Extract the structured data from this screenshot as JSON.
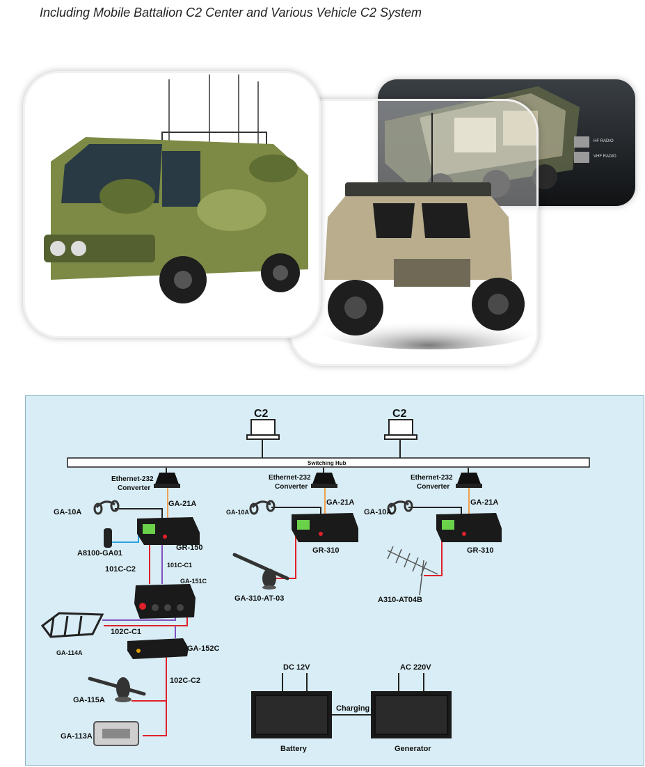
{
  "caption": "Including Mobile Battalion C2 Center and Various Vehicle C2 System",
  "colors": {
    "panel_bg": "#d8edf5",
    "orange_cable": "#f0a050",
    "red_cable": "#e0202a",
    "blue_cable": "#2aa0e0",
    "purple_cable": "#8050c0",
    "line": "#222222"
  },
  "icons": [
    "bus-photo",
    "humvee-photo",
    "truck-cutaway-photo",
    "laptop-icon",
    "converter-icon",
    "radio-icon",
    "handset-icon",
    "antenna-icon",
    "yagi-antenna-icon",
    "roof-rack-icon",
    "panel-display-icon"
  ],
  "truck_panel": {
    "hf": "HF RADIO",
    "vhf": "VHF RADIO"
  },
  "diagram": {
    "c2_left": "C2",
    "c2_right": "C2",
    "switching_hub": "Switching Hub",
    "converter_a": "Ethernet-232\nConverter",
    "converter_b": "Ethernet-232\nConverter",
    "converter_c": "Ethernet-232\nConverter",
    "ga21a_a": "GA-21A",
    "ga21a_b": "GA-21A",
    "ga21a_c": "GA-21A",
    "ga10a_a": "GA-10A",
    "ga10a_b": "GA-10A",
    "ga10a_c": "GA-10A",
    "gr150": "GR-150",
    "gr310_b": "GR-310",
    "gr310_c": "GR-310",
    "a8100": "A8100-GA01",
    "c101c2": "101C-C2",
    "c101c1": "101C-C1",
    "ga151c": "GA-151C",
    "ga310at03": "GA-310-AT-03",
    "a310at04b": "A310-AT04B",
    "c102c1": "102C-C1",
    "ga114a": "GA-114A",
    "ga152c": "GA-152C",
    "c102c2": "102C-C2",
    "ga115a": "GA-115A",
    "ga113a": "GA-113A",
    "dc12v": "DC 12V",
    "ac220v": "AC 220V",
    "charging": "Charging",
    "battery": "Battery",
    "generator": "Generator"
  }
}
